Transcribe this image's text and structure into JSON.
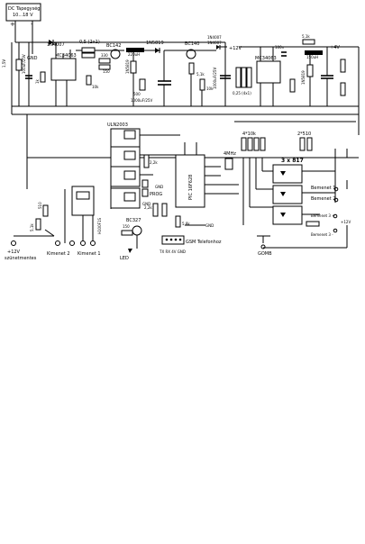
{
  "power": {
    "title_line1": "DC Tápegység",
    "title_line2": "10...18 V",
    "gnd": "GND",
    "plus": "+",
    "minus": "-"
  },
  "components": {
    "d_1n4007": "1N4007",
    "ic_mc34063_a": "MC34063",
    "ic_mc34063_b": "MC34063",
    "r_05": "0,5 (2x1)",
    "t_bc142": "BC142",
    "t_bc140": "BC140",
    "d_1n5819_a": "1N5819",
    "d_1n5819_b": "1N5819",
    "d_1n4007_b": "1N4007",
    "d_1n4007_c": "1N4007",
    "l_220uh": "220uH",
    "l_150uh": "150uH",
    "r_330": "330",
    "r_150": "150",
    "r_500": "500",
    "c_1000": "1000uF/25V",
    "c_100n": "100n",
    "r_51k_a": "5,1k",
    "r_51k_b": "5,1k",
    "r_10k_a": "10k",
    "r_10k_b": "10k",
    "r_1k": "1k",
    "r_025": "0,25 (4x1)",
    "plus12": "+12V",
    "plus4v": "+4V",
    "uln2003": "ULN2003",
    "r_22k_a": "2,2k",
    "r_22k_b": "2,2k",
    "r_22k_c": "2,2k",
    "pic": "PIC 16F628",
    "quartz": "4MHz",
    "gnd": "GND",
    "prog": "PROG",
    "r_4x10k": "4*10k",
    "r_2x510": "2*510",
    "opto_title": "3 x 817",
    "r_510": "510",
    "r_51k_c": "5,1k",
    "relay": "H100F1S",
    "t_bc327": "BC327",
    "r_150b": "150",
    "led": "LED",
    "gsm": "GSM Telefonhoz",
    "r_58k": "5,8k",
    "pins": "TX  RX  4V  GND",
    "bemenet1": "Bemenet 1",
    "bemenet2": "Bemenet 2",
    "bemenet3a": "Bemenet 3 +",
    "bemenet3b": "Bemenet 3 -",
    "plus12b": "+12V",
    "gomb": "GOMB",
    "out_12v": "+12V",
    "out_sz": "szünetmentes",
    "kimenet2": "Kimenet 2",
    "kimenet1": "Kimenet 1"
  }
}
